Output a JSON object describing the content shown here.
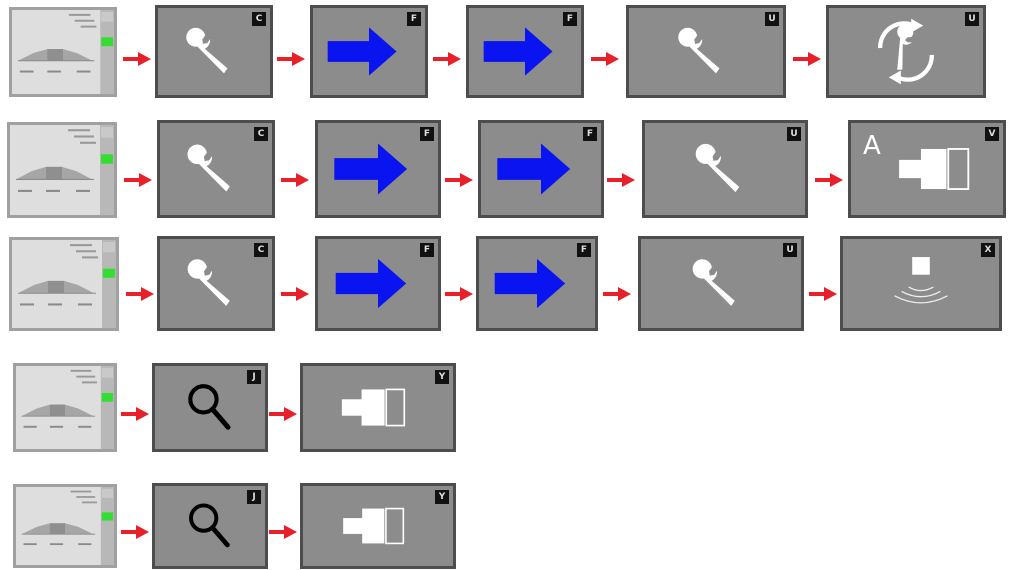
{
  "colors": {
    "thumb_bg": "#dcdcdc",
    "step_bg": "#8c8c8c",
    "step_border": "#4d4d4d",
    "arrow": "#e8202a",
    "move_arrow": "#0a14f0",
    "badge_bg": "#111111",
    "indicator": "#33dd33"
  },
  "rows": [
    {
      "steps": [
        {
          "icon": "wrench-icon",
          "badge": "C"
        },
        {
          "icon": "blue-arrow-icon",
          "badge": "F"
        },
        {
          "icon": "blue-arrow-icon",
          "badge": "F"
        },
        {
          "icon": "wrench-icon",
          "badge": "U"
        },
        {
          "icon": "wrench-cycle-icon",
          "badge": "U"
        }
      ]
    },
    {
      "steps": [
        {
          "icon": "wrench-icon",
          "badge": "C"
        },
        {
          "icon": "blue-arrow-icon",
          "badge": "F"
        },
        {
          "icon": "blue-arrow-icon",
          "badge": "F"
        },
        {
          "icon": "wrench-icon",
          "badge": "U"
        },
        {
          "icon": "connector-icon",
          "badge": "V",
          "letter": "A"
        }
      ]
    },
    {
      "steps": [
        {
          "icon": "wrench-icon",
          "badge": "C"
        },
        {
          "icon": "blue-arrow-icon",
          "badge": "F"
        },
        {
          "icon": "blue-arrow-icon",
          "badge": "F"
        },
        {
          "icon": "wrench-icon",
          "badge": "U"
        },
        {
          "icon": "signal-icon",
          "badge": "X"
        }
      ]
    },
    {
      "steps": [
        {
          "icon": "magnifier-icon",
          "badge": "J"
        },
        {
          "icon": "connector-icon",
          "badge": "Y"
        }
      ]
    },
    {
      "steps": [
        {
          "icon": "magnifier-icon",
          "badge": "J"
        },
        {
          "icon": "connector-icon",
          "badge": "Y"
        }
      ]
    }
  ]
}
